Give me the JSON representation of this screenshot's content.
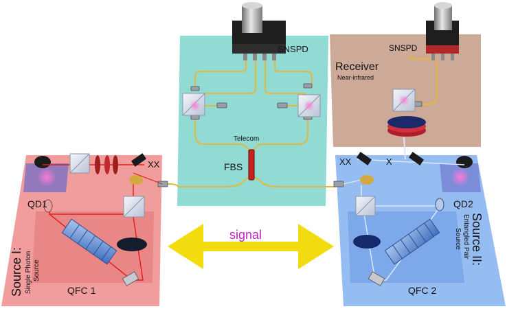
{
  "labels": {
    "snspd_center": "SNSPD",
    "snspd_right": "SNSPD",
    "receiver_title": "Receiver",
    "receiver_sub": "Near-infrared",
    "telecom": "Telecom",
    "fbs": "FBS",
    "qd1": "QD1",
    "qd2": "QD2",
    "xx_left": "XX",
    "xx_right": "XX",
    "x_right": "X",
    "source1_title": "Source I:",
    "source1_sub1": "Single Photon",
    "source1_sub2": "Source",
    "source2_title": "Source II:",
    "source2_sub1": "Entangled Pair",
    "source2_sub2": "Source",
    "qfc1": "QFC 1",
    "qfc2": "QFC 2",
    "signal": "signal"
  },
  "colors": {
    "center_panel": "#7fd3cc",
    "receiver_panel": "#c8a08c",
    "source1_panel": "#ee8c8c",
    "source2_panel": "#86b4f0",
    "fiber": "#e6b83a",
    "signal_arrow": "#f2dc10",
    "signal_text": "#c020c0",
    "laser_red": "#e02020",
    "laser_blue": "#c8d8ff"
  }
}
